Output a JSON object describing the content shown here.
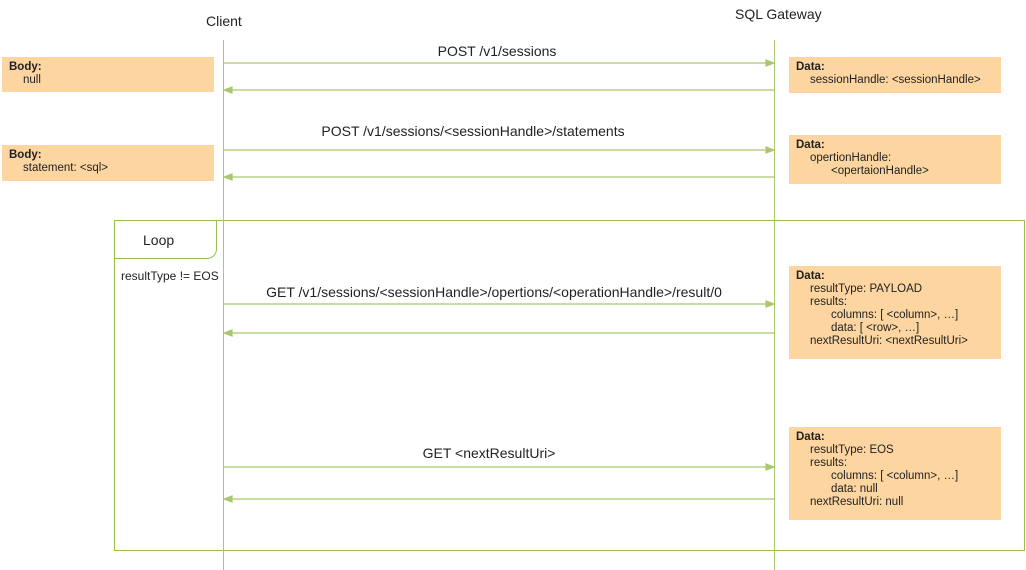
{
  "participants": {
    "client": "Client",
    "gateway": "SQL Gateway"
  },
  "messages": [
    {
      "label": "POST /v1/sessions"
    },
    {
      "label": "POST /v1/sessions/<sessionHandle>/statements"
    },
    {
      "label": "GET /v1/sessions/<sessionHandle>/opertions/<operationHandle>/result/0"
    },
    {
      "label": "GET  <nextResultUri>"
    }
  ],
  "loop": {
    "label": "Loop",
    "condition": "resultType != EOS"
  },
  "notes": {
    "body1": {
      "title": "Body:",
      "lines": [
        "null"
      ]
    },
    "data1": {
      "title": "Data:",
      "lines": [
        "sessionHandle: <sessionHandle>"
      ]
    },
    "body2": {
      "title": "Body:",
      "lines": [
        "statement: <sql>"
      ]
    },
    "data2": {
      "title": "Data:",
      "lines": [
        "opertionHandle:",
        "<opertaionHandle>"
      ]
    },
    "data3": {
      "title": "Data:",
      "lines": [
        "resultType: PAYLOAD",
        "results:",
        "columns: [ <column>, …]",
        "data: [ <row>, …]",
        "nextResultUri: <nextResultUri>"
      ]
    },
    "data4": {
      "title": "Data:",
      "lines": [
        "resultType: EOS",
        "results:",
        "columns: [ <column>, …]",
        "data: null",
        "nextResultUri: null"
      ]
    }
  },
  "colors": {
    "line": "#a9c76c",
    "loop_border": "#97c24a",
    "note_fill": "#fcd5a0"
  }
}
